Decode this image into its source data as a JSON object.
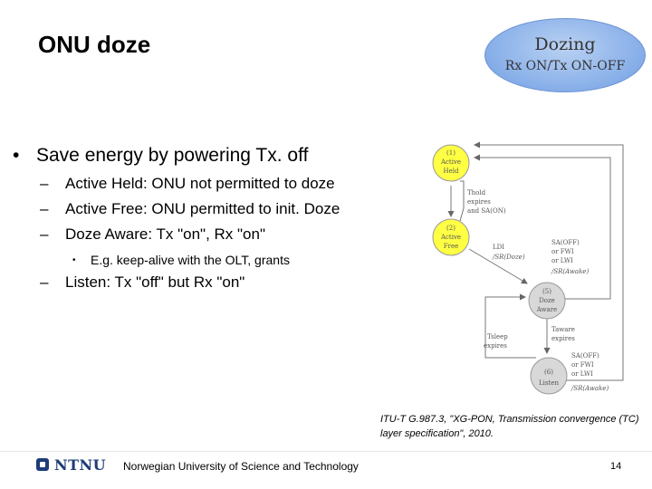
{
  "slide": {
    "title": "ONU doze",
    "badge": {
      "line1": "Dozing",
      "line2": "Rx ON/Tx ON-OFF"
    },
    "bullet": {
      "marker": "•",
      "text": "Save energy by powering Tx. off"
    },
    "subitems": [
      {
        "marker": "–",
        "text": "Active Held: ONU not permitted to doze"
      },
      {
        "marker": "–",
        "text": "Active Free: ONU permitted to init. Doze"
      },
      {
        "marker": "–",
        "text": "Doze Aware: Tx \"on\", Rx \"on\""
      }
    ],
    "subsub": {
      "marker": "•",
      "text": "E.g. keep-alive with the OLT, grants"
    },
    "listen": {
      "marker": "–",
      "text": "Listen: Tx \"off\" but Rx \"on\""
    },
    "citation": "ITU-T G.987.3, \"XG-PON, Transmission convergence (TC) layer specification\", 2010.",
    "footer": {
      "logo_text": "NTNU",
      "university": "Norwegian University of Science and Technology",
      "page": "14"
    }
  },
  "diagram": {
    "states": [
      {
        "num": "(1)",
        "name1": "Active",
        "name2": "Held",
        "color": "#ffff44"
      },
      {
        "num": "(2)",
        "name1": "Active",
        "name2": "Free",
        "color": "#ffff44"
      },
      {
        "num": "(5)",
        "name1": "Doze",
        "name2": "Aware",
        "color": "#d8d8d8"
      },
      {
        "num": "(6)",
        "name1": "",
        "name2": "Listen",
        "color": "#d8d8d8"
      }
    ],
    "labels": {
      "thold": [
        "Thold",
        "expires",
        "and SA(ON)"
      ],
      "ldi": [
        "LDI",
        "/SR(Doze)"
      ],
      "sa_off_1": [
        "SA(OFF)",
        "or FWI",
        "or LWI",
        "/SR(Awake)"
      ],
      "taware": [
        "Taware",
        "expires"
      ],
      "tsleep": [
        "Tsleep",
        "expires"
      ],
      "sa_off_2": [
        "SA(OFF)",
        "or FWI",
        "or LWI",
        "/SR(Awake)"
      ]
    }
  }
}
